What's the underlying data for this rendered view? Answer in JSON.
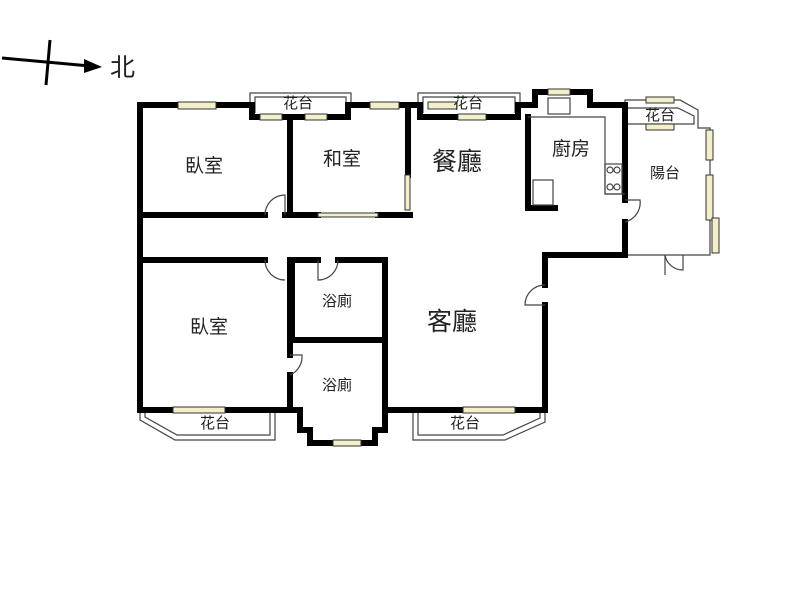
{
  "compass": {
    "label": "北"
  },
  "rooms": {
    "bedroom_top": "臥室",
    "japanese_room": "和室",
    "dining": "餐廳",
    "kitchen": "廚房",
    "balcony": "陽台",
    "bedroom_bottom": "臥室",
    "bath_top": "浴廁",
    "bath_bottom": "浴廁",
    "living": "客廳"
  },
  "planters": [
    "花台",
    "花台",
    "花台",
    "花台",
    "花台"
  ]
}
